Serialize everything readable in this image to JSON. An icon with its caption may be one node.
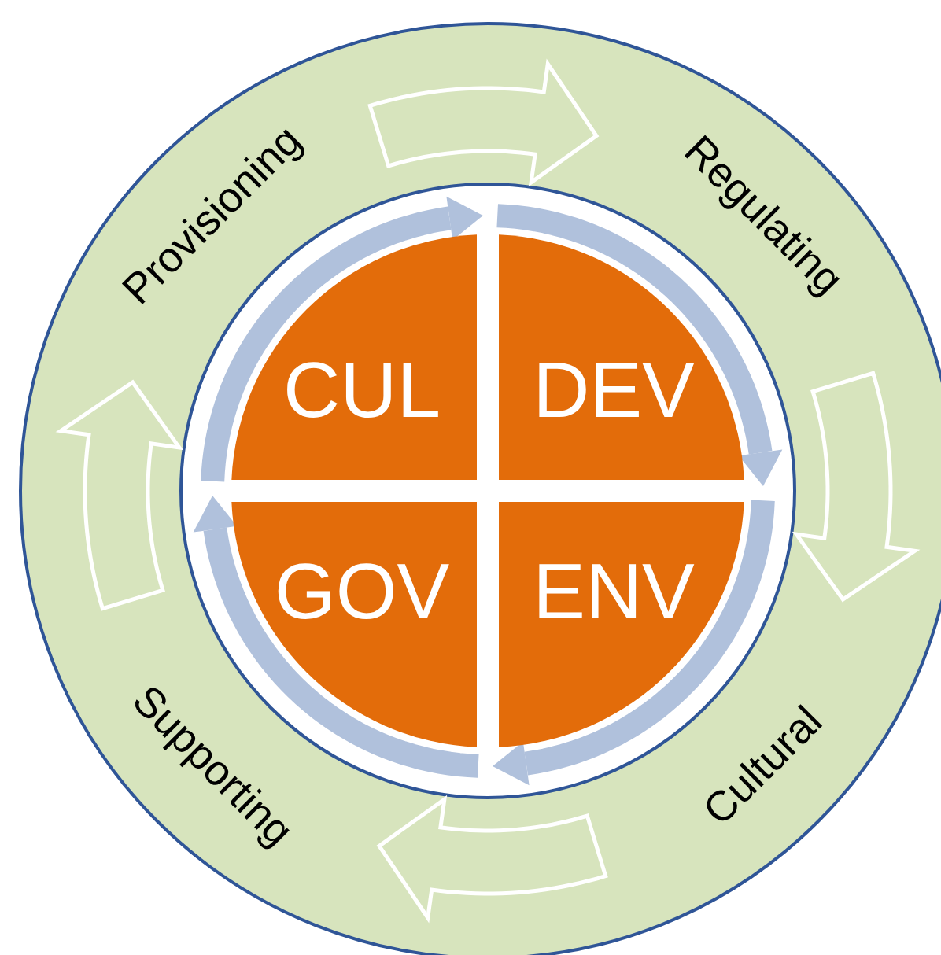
{
  "diagram": {
    "nodes": [
      {
        "text": [
          "Provisioning"
        ]
      },
      {
        "text": [
          "Regulating"
        ]
      },
      {
        "text": [
          "CUL"
        ]
      },
      {
        "text": [
          "DEV"
        ]
      },
      {
        "text": [
          "GOV"
        ]
      },
      {
        "text": [
          "ENV"
        ]
      },
      {
        "text": [
          "Supporting"
        ]
      },
      {
        "text": [
          "Cultural"
        ]
      }
    ],
    "edges": [
      {
        "from": 0,
        "to": 1,
        "arrow": "to",
        "style": "thick"
      },
      {
        "from": 1,
        "to": 7,
        "arrow": "to",
        "style": "thick"
      },
      {
        "from": 7,
        "to": 6,
        "arrow": "to",
        "style": "thick"
      },
      {
        "from": 6,
        "to": 0,
        "arrow": "to",
        "style": "thick"
      }
    ]
  }
}
